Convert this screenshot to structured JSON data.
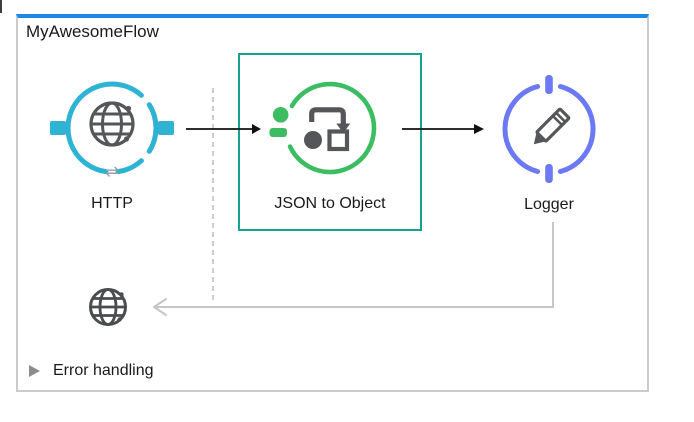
{
  "flow": {
    "title": "MyAwesomeFlow",
    "flow_border_top_color": "#1e88e5",
    "selection_border_color": "#14a390",
    "nodes": [
      {
        "label": "HTTP",
        "icon": "globe-icon",
        "ring_color": "#2fb3d2",
        "selected": false,
        "badge_glyph": "⇌"
      },
      {
        "label": "JSON to Object",
        "icon": "transform-icon",
        "ring_color": "#3dbd62",
        "selected": true
      },
      {
        "label": "Logger",
        "icon": "pencil-icon",
        "ring_color": "#6b7af2",
        "selected": false
      }
    ],
    "response_node": {
      "icon": "globe-icon",
      "color": "#4b4c4f"
    },
    "error_handling": {
      "label": "Error handling",
      "expanded": false
    }
  }
}
